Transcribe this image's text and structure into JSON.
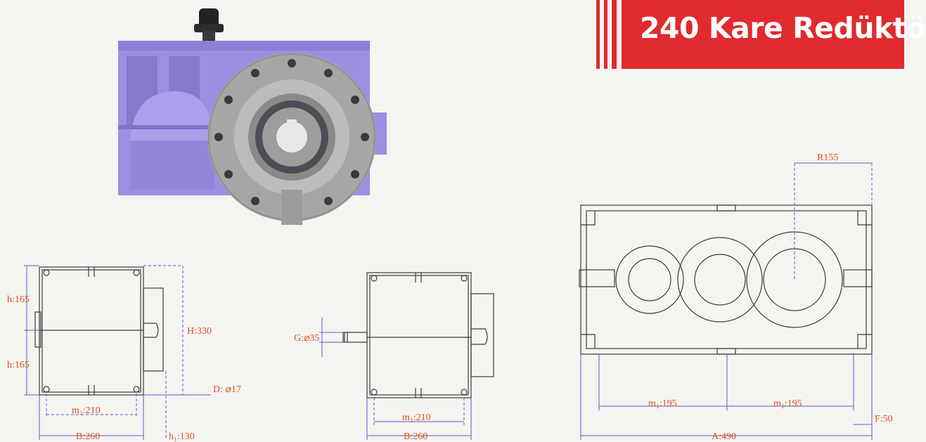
{
  "banner": {
    "title": "240 Kare Redüktö",
    "color": "#e12a2e"
  },
  "product_photo": {
    "housing_color": "#9a8fe3",
    "flange_color": "#a8a8a6",
    "cap_color": "#222222"
  },
  "colors": {
    "dimension_text": "#e0521e",
    "dimension_line": "#5a5ad8",
    "outline": "#3a3a3a"
  },
  "side_view": {
    "h_upper": "h:165",
    "h_lower": "h:165",
    "H": "H:330",
    "D": "D: ⌀17",
    "m1": "m₁:210",
    "B": "B:260",
    "h1": "h₁:130"
  },
  "shaft_view": {
    "G": "G:⌀35",
    "m1": "m₁:210",
    "B": "B:260"
  },
  "front_view": {
    "R": "R155",
    "m1": "m₁:195",
    "m2": "m₁:195",
    "A": "A:490",
    "F": "F:50"
  }
}
